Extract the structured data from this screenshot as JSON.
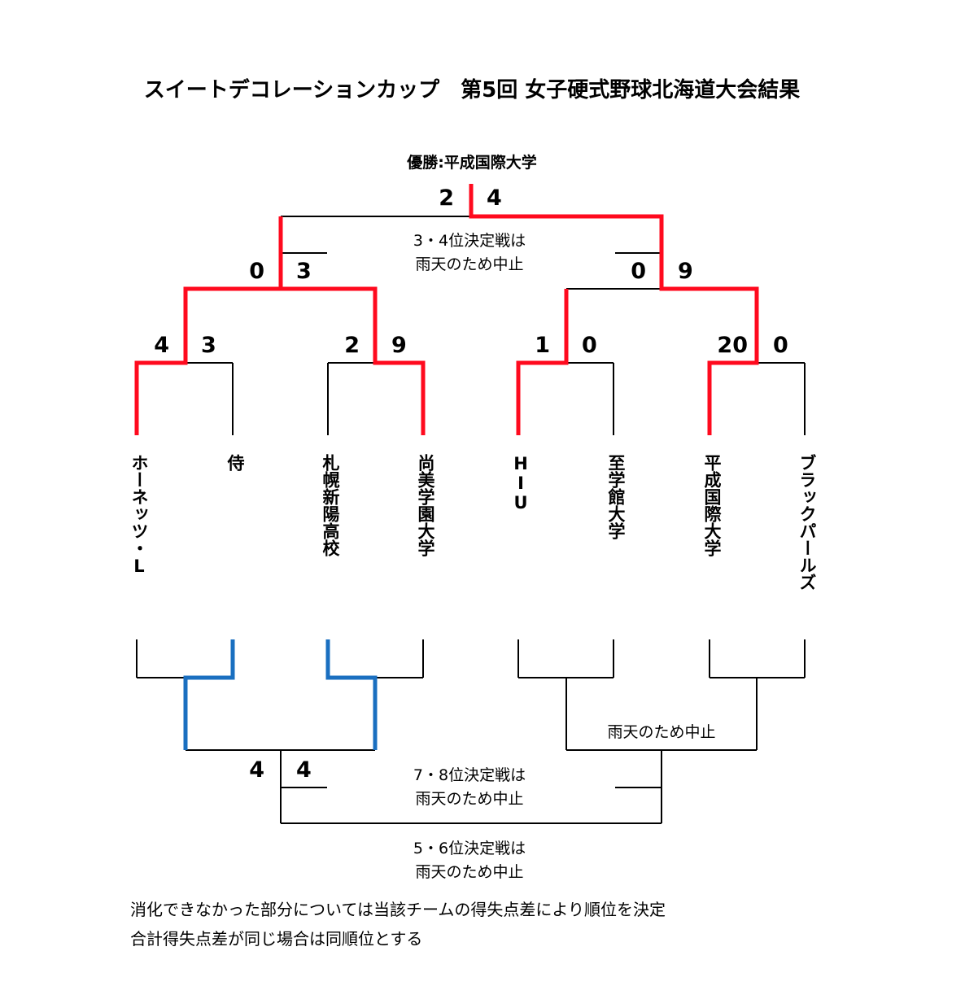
{
  "title": "スイートデコレーションカップ　第5回 女子硬式野球北海道大会結果",
  "champion": "優勝:平成国際大学",
  "colors": {
    "winner": "#ff0a1e",
    "lower_winner": "#1a6fc0",
    "line": "#000000"
  },
  "teams": [
    {
      "name": "ホーネッツ・L"
    },
    {
      "name": "侍"
    },
    {
      "name": "札幌新陽高校"
    },
    {
      "name": "尚美学園大学"
    },
    {
      "name": "HIU"
    },
    {
      "name": "至学館大学"
    },
    {
      "name": "平成国際大学"
    },
    {
      "name": "ブラックパールズ"
    }
  ],
  "round1": [
    {
      "left_score": "4",
      "right_score": "3",
      "winner": "left"
    },
    {
      "left_score": "2",
      "right_score": "9",
      "winner": "right"
    },
    {
      "left_score": "1",
      "right_score": "0",
      "winner": "left"
    },
    {
      "left_score": "20",
      "right_score": "0",
      "winner": "left"
    }
  ],
  "semifinals": [
    {
      "left_score": "0",
      "right_score": "3",
      "winner": "right"
    },
    {
      "left_score": "0",
      "right_score": "9",
      "winner": "right"
    }
  ],
  "final": {
    "left_score": "2",
    "right_score": "4",
    "winner": "right"
  },
  "third_place_note": [
    "3・4位決定戦は",
    "雨天のため中止"
  ],
  "consolation": {
    "left_match": {
      "left_score": "4",
      "right_score": "4"
    },
    "right_match_note": "雨天のため中止",
    "seventh_place_note": [
      "7・8位決定戦は",
      "雨天のため中止"
    ],
    "fifth_place_note": [
      "5・6位決定戦は",
      "雨天のため中止"
    ]
  },
  "footer": [
    "消化できなかった部分については当該チームの得失点差により順位を決定",
    "合計得失点差が同じ場合は同順位とする"
  ]
}
